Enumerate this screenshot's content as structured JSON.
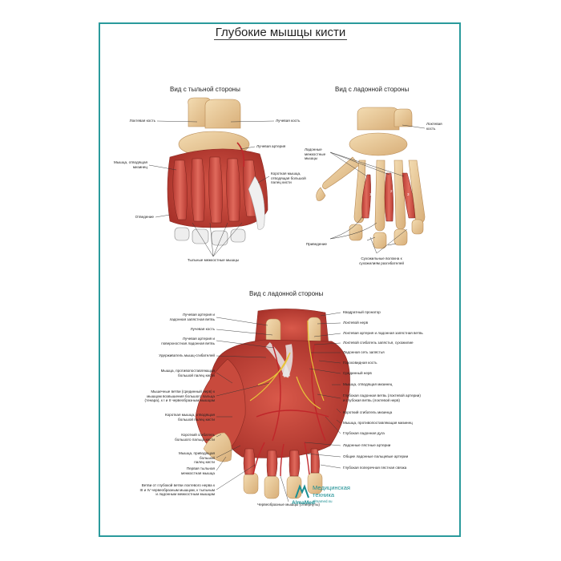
{
  "poster": {
    "title": "Глубокие мышцы кисти",
    "views": {
      "dorsal": "Вид с тыльной стороны",
      "palmar_top": "Вид с ладонной стороны",
      "palmar_bottom": "Вид с ладонной стороны"
    },
    "dorsal_labels": {
      "ulna": "Локтевая кость",
      "radius": "Лучевая кость",
      "radial_artery": "Лучевая артерия",
      "abductor_minimi": "Мышца, отводящая\nмизинец",
      "abductor_pollicis_brevis": "Короткая мышца,\nотводящая большой\nпалец кисти",
      "abduction": "Отведение",
      "dorsal_interossei": "Тыльные межкостные мышцы"
    },
    "palmar_top_labels": {
      "ulna": "Локтевая\nкость",
      "palmar_interossei": "Ладонные\nмежкостные\nмышцы",
      "adduction": "Приведение",
      "tendon_fibers": "Сухожильные волокна к\nсухожилиям разгибателей",
      "n1": "1",
      "n2": "2",
      "n3": "3"
    },
    "bottom_left_labels": [
      "Лучевая артерия и\nладонная запястная ветвь",
      "Лучевая кость",
      "Лучевая артерия и\nповерхностная ладонная ветвь",
      "Удерживатель мышц-сгибателей",
      "Мышца, противопоставляющая\nбольшой палец кисти",
      "Мышечные ветви (срединный нерв) к\nмышцам возвышения большого пальца\n(тенара), к I и II червеобразным мышцам",
      "Короткая мышца, отводящая\nбольшой палец кисти",
      "Короткий сгибатель\nбольшого пальца кисти",
      "Мышца, приводящая\nбольшой\nпалец кисти",
      "Первая тыльная\nмежкостная мышца",
      "Ветви от глубокой ветви локтевого нерва к\nIII и IV червеобразным мышцам, к тыльным\nи ладонным межкостным мышцам"
    ],
    "bottom_right_labels": [
      "Квадратный пронатор",
      "Локтевой нерв",
      "Локтевая артерия и ладонная запястная ветвь",
      "Локтевой сгибатель запястья, сухожилие",
      "Ладонная сеть запястья",
      "Гороховидная кость",
      "Срединный нерв",
      "Мышца, отводящая мизинец",
      "Глубокая ладонная ветвь (локтевой артерии)\nи глубокая ветвь (локтевой нерв)",
      "Короткий сгибатель мизинца",
      "Мышца, противопоставляющая мизинец",
      "Глубокая ладонная дуга",
      "Ладонные пястные артерии",
      "Общие ладонные пальцевые артерии",
      "Глубокая поперечная пястная связка"
    ],
    "bottom_caption": "Червеобразные мышцы (отвернуты)",
    "logo": {
      "name": "AlmaMed",
      "line1": "Медицинская",
      "line2": "техника",
      "url": "almamed.su"
    },
    "colors": {
      "frame": "#2a9a9c",
      "muscle": "#c8473d",
      "bone": "#e7c79a",
      "nerve": "#e8c43a",
      "artery": "#c0262a"
    }
  }
}
